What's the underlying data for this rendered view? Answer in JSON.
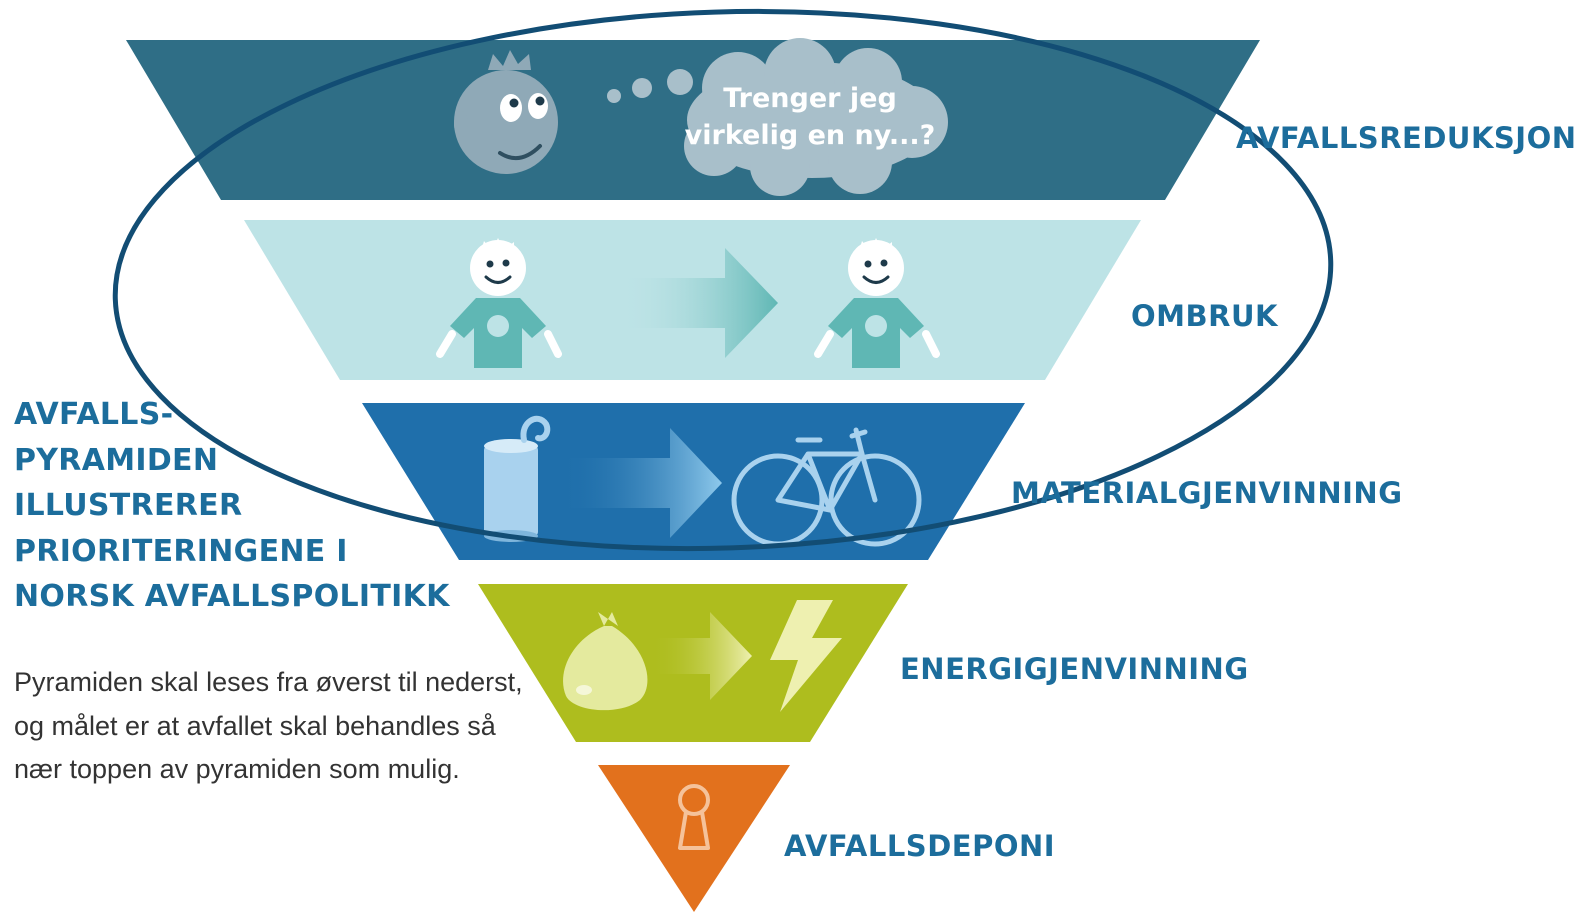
{
  "levels": [
    {
      "label": "AVFALLSREDUKSJON",
      "color": "#2f6e86"
    },
    {
      "label": "OMBRUK",
      "color": "#bde3e6"
    },
    {
      "label": "MATERIALGJENVINNING",
      "color": "#1f6fab"
    },
    {
      "label": "ENERGIGJENVINNING",
      "color": "#aebd1e"
    },
    {
      "label": "AVFALLSDEPONI",
      "color": "#e2711d"
    }
  ],
  "thought_bubble": {
    "line1": "Trenger jeg",
    "line2": "virkelig en ny...?"
  },
  "heading_lines": [
    "AVFALLS-",
    "PYRAMIDEN",
    "ILLUSTRERER",
    "PRIORITERINGENE I",
    "NORSK AVFALLSPOLITIKK"
  ],
  "description": "Pyramiden skal leses fra øverst til nederst, og målet er at avfallet skal behandles så nær toppen av pyramiden som mulig.",
  "highlight_color": "#124d74",
  "label_color": "#1c6d9c",
  "icons": [
    "thinking-face-icon",
    "child-tshirt-icon",
    "arrow-right-icon",
    "can-icon",
    "bicycle-icon",
    "garbage-bag-icon",
    "lightning-icon",
    "keyhole-icon"
  ]
}
